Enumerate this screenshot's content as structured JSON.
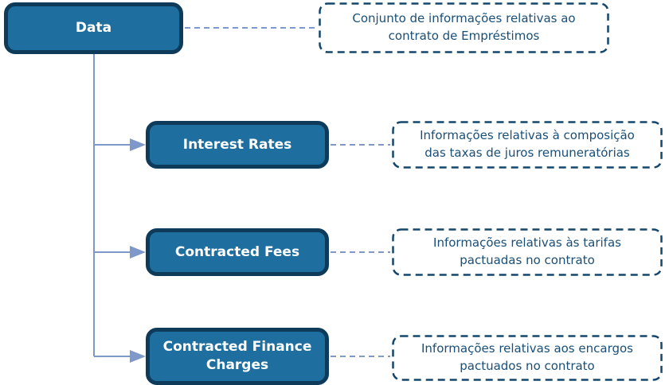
{
  "colors": {
    "background": "#ffffff",
    "node_fill": "#1e6f9f",
    "node_border": "#0d3b59",
    "node_text": "#ffffff",
    "edge": "#7e98c9",
    "note_border": "#15476c",
    "note_text": "#194f77"
  },
  "nodes": {
    "root": {
      "label": "Data"
    },
    "interest": {
      "label": "Interest Rates"
    },
    "fees": {
      "label": "Contracted Fees"
    },
    "finance": {
      "label": "Contracted Finance Charges"
    }
  },
  "notes": {
    "root": {
      "line1": "Conjunto de informações relativas ao",
      "line2": "contrato de Empréstimos"
    },
    "interest": {
      "line1": "Informações relativas à composição",
      "line2": "das taxas de juros remuneratórias"
    },
    "fees": {
      "line1": "Informações relativas às tarifas",
      "line2": "pactuadas no contrato"
    },
    "finance": {
      "line1": "Informações relativas aos encargos",
      "line2": "pactuados no contrato"
    }
  }
}
